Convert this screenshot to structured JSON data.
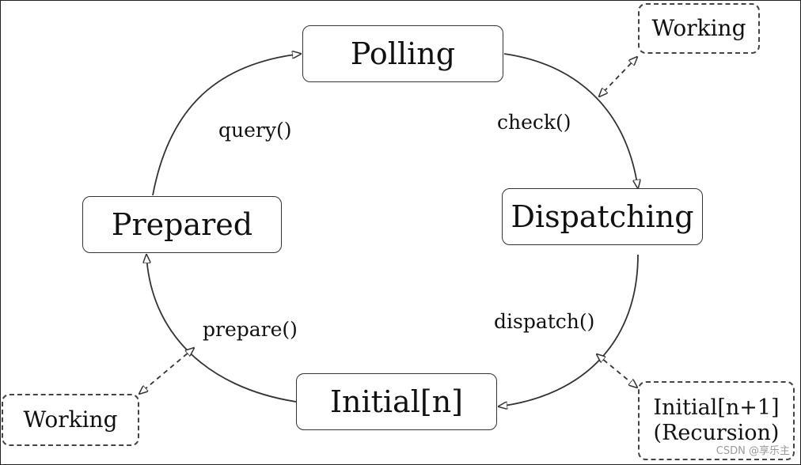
{
  "states": {
    "polling": "Polling",
    "dispatching": "Dispatching",
    "initial": "Initial[n]",
    "prepared": "Prepared"
  },
  "transitions": {
    "check": "check()",
    "dispatch": "dispatch()",
    "prepare": "prepare()",
    "query": "query()"
  },
  "notes": {
    "working_top": "Working",
    "working_bottom": "Working",
    "recursion_line1": "Initial[n+1]",
    "recursion_line2": "(Recursion)"
  },
  "watermark": "CSDN @享乐主"
}
